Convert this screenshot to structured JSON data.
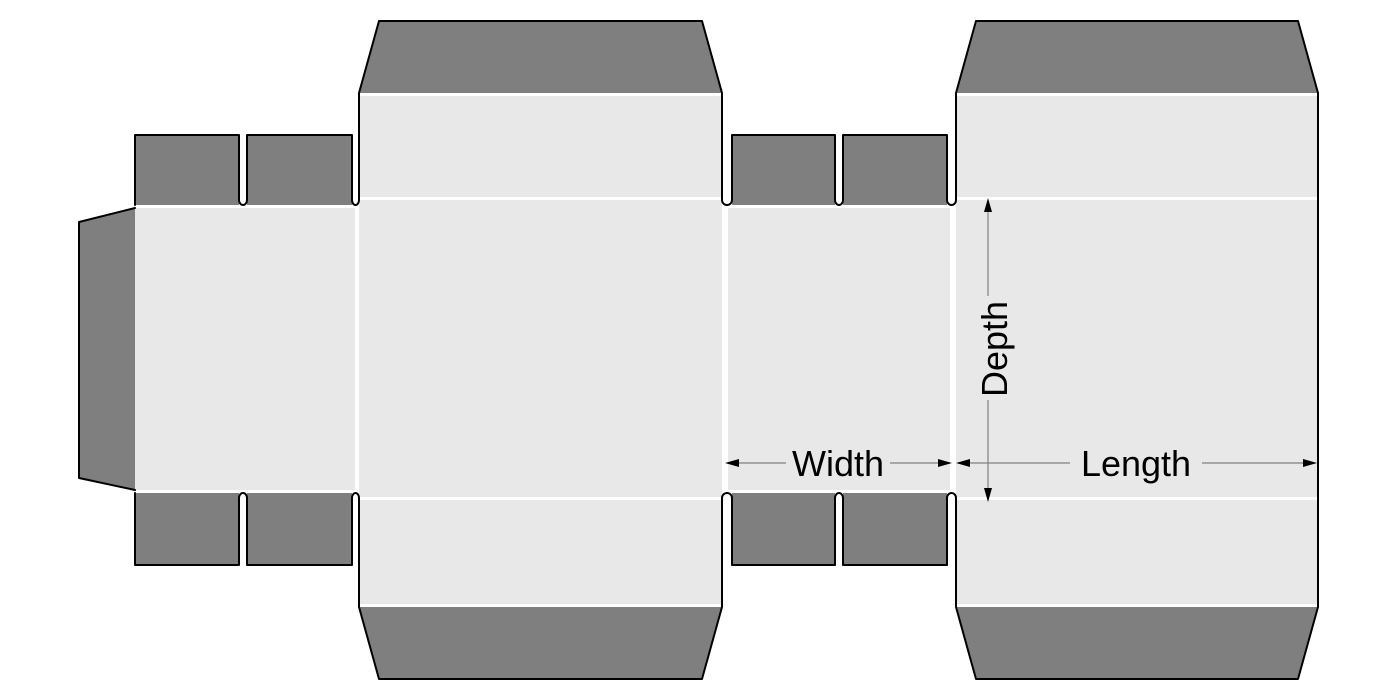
{
  "diagram": {
    "type": "box-dieline-template",
    "description": "Flattened corrugated box dieline with panels, dust flaps, glue flap and dimension arrows",
    "labels": {
      "width": "Width",
      "length": "Length",
      "depth": "Depth"
    },
    "colors": {
      "background": "#ffffff",
      "panel_light": "#e8e8e8",
      "flap_dark": "#7f7f7f",
      "cut_line": "#000000",
      "fold_line": "#ffffff",
      "dimension_line": "#808080",
      "label_text": "#000000"
    }
  }
}
